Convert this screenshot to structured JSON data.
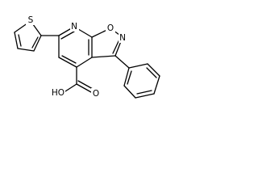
{
  "molecule": {
    "atom_labels": {
      "sulfur": "S",
      "nitrogen_pyridine": "N",
      "oxygen_ring": "O",
      "nitrogen_isoxazole": "N",
      "carboxyl_oh": "HO",
      "carbonyl_o": "O"
    },
    "colors": {
      "bond": "#000000",
      "text": "#000000",
      "background": "#ffffff"
    }
  }
}
